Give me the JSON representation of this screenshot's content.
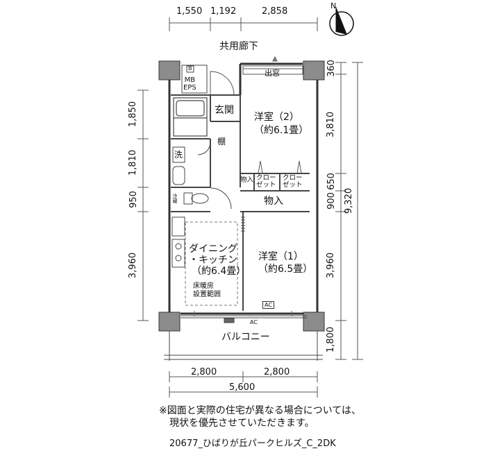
{
  "dimensions": {
    "top": [
      "1,550",
      "1,192",
      "2,858"
    ],
    "left": [
      "1,850",
      "1,810",
      "950",
      "3,960"
    ],
    "right_inner": [
      "360",
      "3,810",
      "650",
      "900",
      "3,960",
      "1,800"
    ],
    "right_total": "9,320",
    "bottom_parts": [
      "2,800",
      "2,800"
    ],
    "bottom_total": "5,600"
  },
  "labels": {
    "corridor": "共用廊下",
    "bay_window": "出窓",
    "entrance": "玄関",
    "shelf": "棚",
    "mb_eps": "MB\nEPS",
    "mb_box": "B",
    "room2_name": "洋室（2）",
    "room2_size": "（約6.1畳）",
    "closet_a": "クロー\nゼット",
    "closet_b": "クロー\nゼット",
    "storage_small": "物入",
    "storage": "物入",
    "washroom": "洗",
    "refrigerator": "冷蔵",
    "dk_name_1": "ダイニング",
    "dk_name_2": "・キッチン",
    "dk_size": "（約6.4畳）",
    "floor_heating": "床暖房\n設置範囲",
    "room1_name": "洋室（1）",
    "room1_size": "（約6.5畳）",
    "ac_1": "AC",
    "ac_2": "AC",
    "balcony": "バルコニー",
    "compass": "N"
  },
  "notes": {
    "line1": "※図面と実際の住宅が異なる場合については、",
    "line2": "現状を優先させていただきます。",
    "caption": "20677_ひばりが丘パークヒルズ_C_2DK"
  }
}
